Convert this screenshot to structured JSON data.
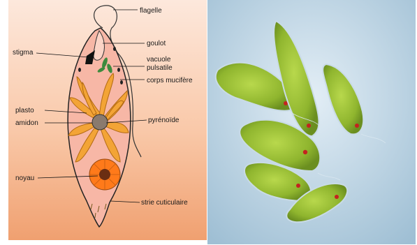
{
  "diagram": {
    "labels": {
      "flagelle": "flagelle",
      "goulot": "goulot",
      "stigma": "stigma",
      "vacuole": "vacuole",
      "pulsatile": "pulsatile",
      "corps_mucifere": "corps mucifère",
      "plasto": "plasto",
      "amidon": "amidon",
      "pyrenoide": "pyrénoïde",
      "noyau": "noyau",
      "strie": "strie cuticulaire"
    },
    "colors": {
      "body_fill": "#f7b7a6",
      "chloroplast": "#f3a436",
      "nucleus": "#ff7a1a",
      "stigma": "#111111",
      "vacuole": "#3d8a3d"
    }
  },
  "photo": {
    "subject": "euglena-micrograph",
    "colors": {
      "background": "#bcd6e6",
      "cell": "#9cc23a",
      "eyespot": "#c4231f"
    }
  }
}
